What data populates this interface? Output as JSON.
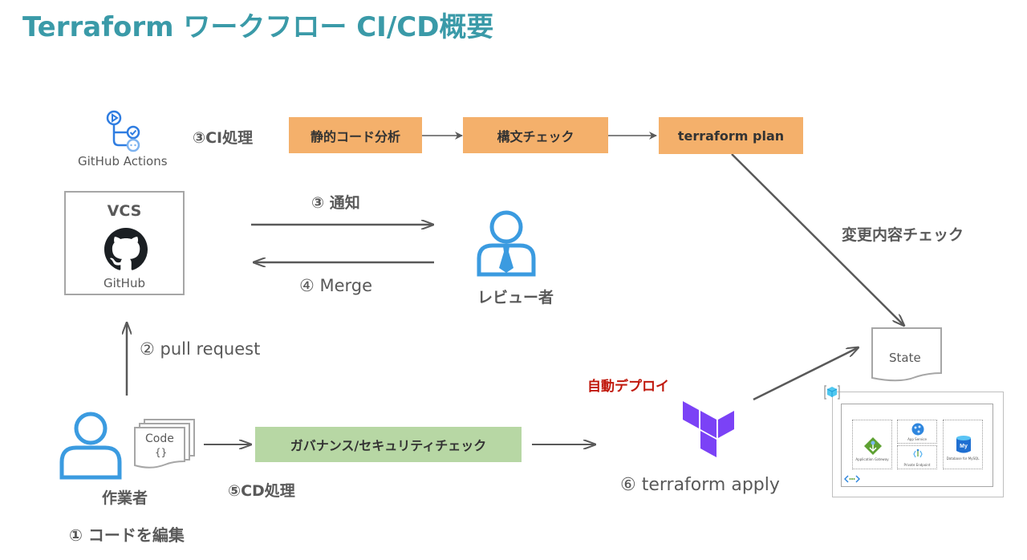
{
  "title": "Terraform ワークフロー CI/CD概要",
  "ci": {
    "tool_label": "GitHub Actions",
    "step_label": "③CI処理",
    "steps": [
      "静的コード分析",
      "構文チェック",
      "terraform plan"
    ]
  },
  "vcs": {
    "header": "VCS",
    "name": "GitHub"
  },
  "notify_label": "③ 通知",
  "merge_label": "④ Merge",
  "reviewer_label": "レビュー者",
  "change_check_label": "変更内容チェック",
  "state_label": "State",
  "pull_request_label": "② pull request",
  "worker_label": "作業者",
  "edit_code_label": "① コードを編集",
  "code_doc": {
    "line1": "Code",
    "line2": "{}"
  },
  "cd": {
    "step_label": "⑤CD処理",
    "governance_label": "ガバナンス/セキュリティチェック"
  },
  "auto_deploy_label": "自動デプロイ",
  "apply_label": "⑥ terraform apply",
  "azure": {
    "services": [
      "Application Gateway",
      "App Service",
      "Private Endpoint",
      "Database for MySQL"
    ]
  },
  "colors": {
    "title": "#3a9aa8",
    "ci_box": "#f4b06b",
    "cd_box": "#b7d7a4",
    "person": "#3b9be0",
    "terraform": "#7b42f6",
    "auto_deploy": "#c0180c",
    "arrow": "#595959"
  }
}
